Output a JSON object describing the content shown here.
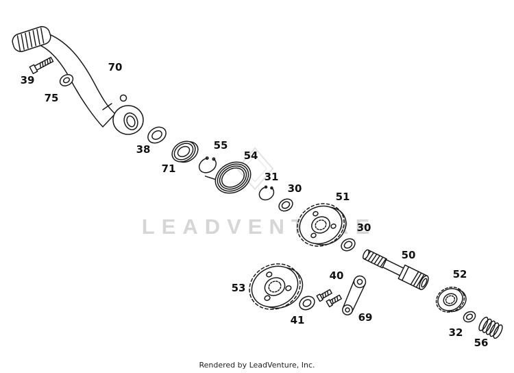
{
  "watermark": {
    "text": "LEADVENTURE"
  },
  "footer": {
    "text": "Rendered by LeadVenture, Inc."
  },
  "colors": {
    "line": "#1a1a1a",
    "watermark_text": "#d6d6d6",
    "background": "#ffffff"
  },
  "parts": [
    {
      "id": "39",
      "label": "39"
    },
    {
      "id": "70",
      "label": "70"
    },
    {
      "id": "75",
      "label": "75"
    },
    {
      "id": "38",
      "label": "38"
    },
    {
      "id": "71",
      "label": "71"
    },
    {
      "id": "55",
      "label": "55"
    },
    {
      "id": "54",
      "label": "54"
    },
    {
      "id": "31",
      "label": "31"
    },
    {
      "id": "30a",
      "label": "30"
    },
    {
      "id": "51",
      "label": "51"
    },
    {
      "id": "30b",
      "label": "30"
    },
    {
      "id": "50",
      "label": "50"
    },
    {
      "id": "53",
      "label": "53"
    },
    {
      "id": "41",
      "label": "41"
    },
    {
      "id": "40",
      "label": "40"
    },
    {
      "id": "69",
      "label": "69"
    },
    {
      "id": "52",
      "label": "52"
    },
    {
      "id": "32",
      "label": "32"
    },
    {
      "id": "56",
      "label": "56"
    }
  ]
}
